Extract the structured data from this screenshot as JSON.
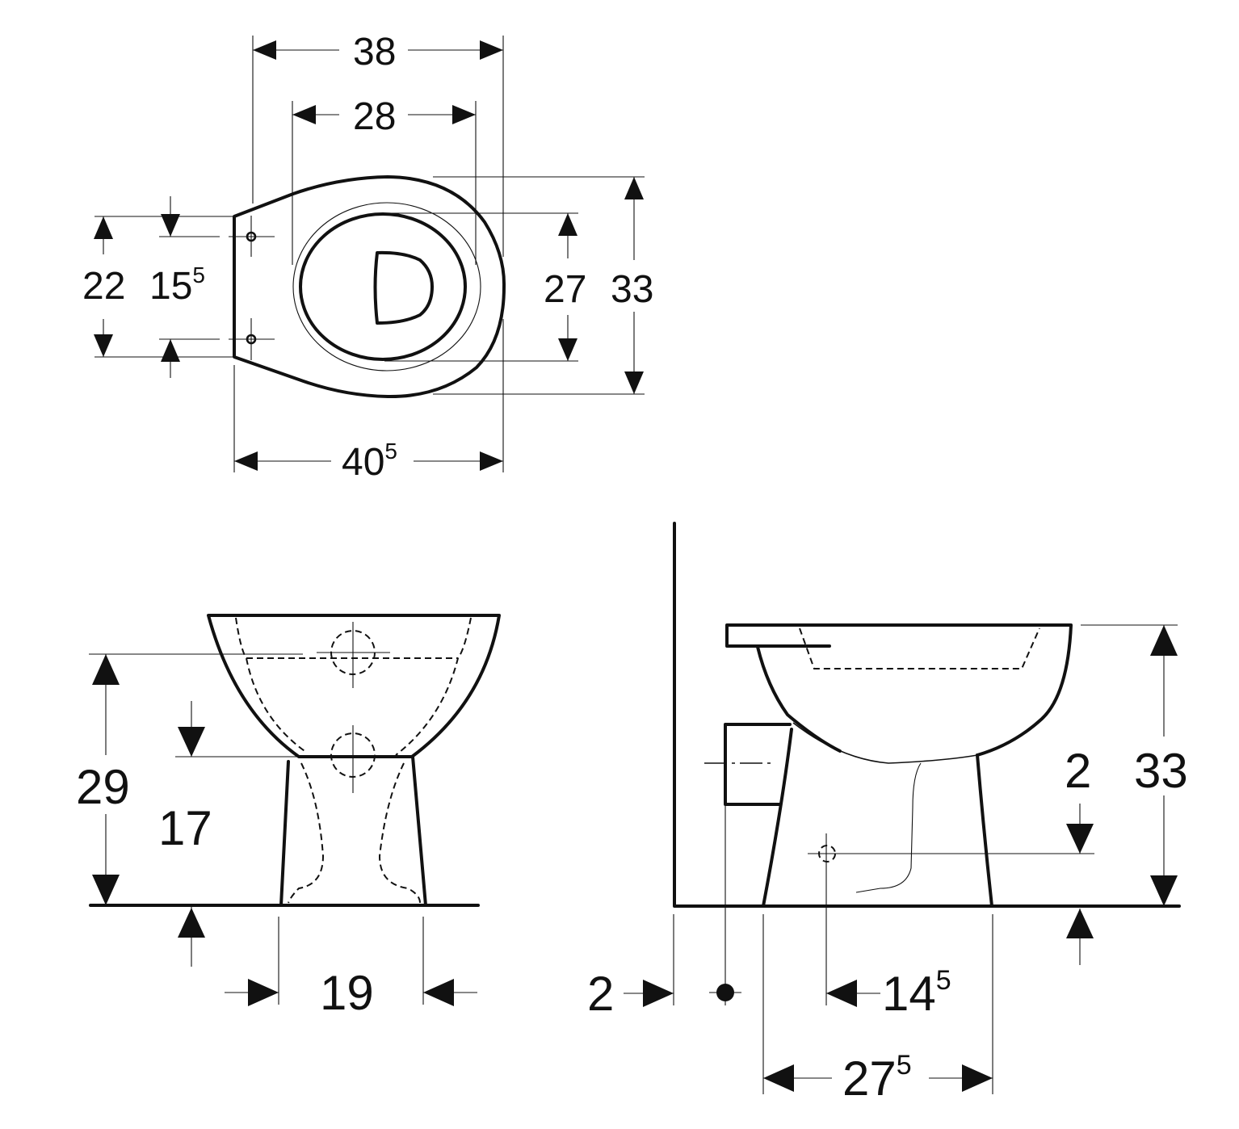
{
  "diagram": {
    "type": "technical-dimension-drawing",
    "subject": "floor-standing toilet",
    "views": {
      "top": {
        "dimensions": {
          "outer_width": {
            "main": "38",
            "sup": ""
          },
          "inner_width": {
            "main": "28",
            "sup": ""
          },
          "overall_length": {
            "main": "40",
            "sup": "5"
          },
          "back_height": {
            "main": "22",
            "sup": ""
          },
          "fixing_hole_spacing": {
            "main": "15",
            "sup": "5"
          },
          "seat_opening": {
            "main": "27",
            "sup": ""
          },
          "overall_depth": {
            "main": "33",
            "sup": ""
          }
        }
      },
      "front": {
        "dimensions": {
          "outlet_height": {
            "main": "29",
            "sup": ""
          },
          "pedestal_height": {
            "main": "17",
            "sup": ""
          },
          "base_width": {
            "main": "19",
            "sup": ""
          }
        }
      },
      "side": {
        "dimensions": {
          "total_height": {
            "main": "33",
            "sup": ""
          },
          "fixing_height": {
            "main": "2",
            "sup": ""
          },
          "wall_offset": {
            "main": "2",
            "sup": ""
          },
          "fixing_distance": {
            "main": "14",
            "sup": "5"
          },
          "base_length": {
            "main": "27",
            "sup": "5"
          }
        }
      }
    },
    "colors": {
      "line": "#111111",
      "background": "#ffffff"
    }
  }
}
